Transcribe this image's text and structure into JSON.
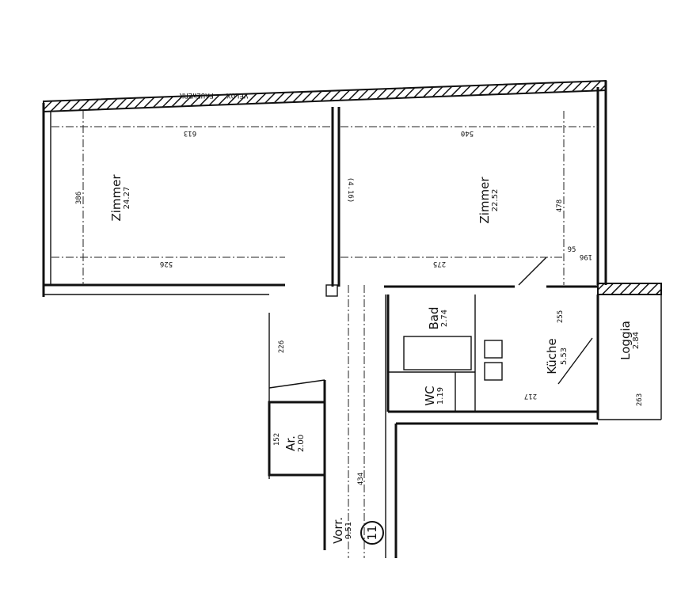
{
  "plan": {
    "header_text": "VELOX - FAUEWERK",
    "unit_number": "11",
    "rooms": [
      {
        "name": "Zimmer",
        "area": "24.27"
      },
      {
        "name": "Zimmer",
        "area": "22.52"
      },
      {
        "name": "Bad",
        "area": "2.74"
      },
      {
        "name": "WC",
        "area": "1.19"
      },
      {
        "name": "Küche",
        "area": "5.53"
      },
      {
        "name": "Loggia",
        "area": "2.84"
      },
      {
        "name": "Ar.",
        "area": "2.00"
      },
      {
        "name": "Vorr.",
        "area": "9.51"
      }
    ],
    "dimensions": {
      "room1_width_top": "613",
      "room1_width_bottom": "526",
      "room1_depth": "386",
      "room2_width_top": "540",
      "room2_width_bottom": "275",
      "room2_depth": "478",
      "partition": "(4.16)",
      "kitchen_depth": "255",
      "kitchen_width": "217",
      "loggia_width": "263",
      "corridor_length": "434",
      "ar_depth": "152",
      "corridor_upper": "226",
      "right_small": "196",
      "right_offset": "95"
    }
  }
}
